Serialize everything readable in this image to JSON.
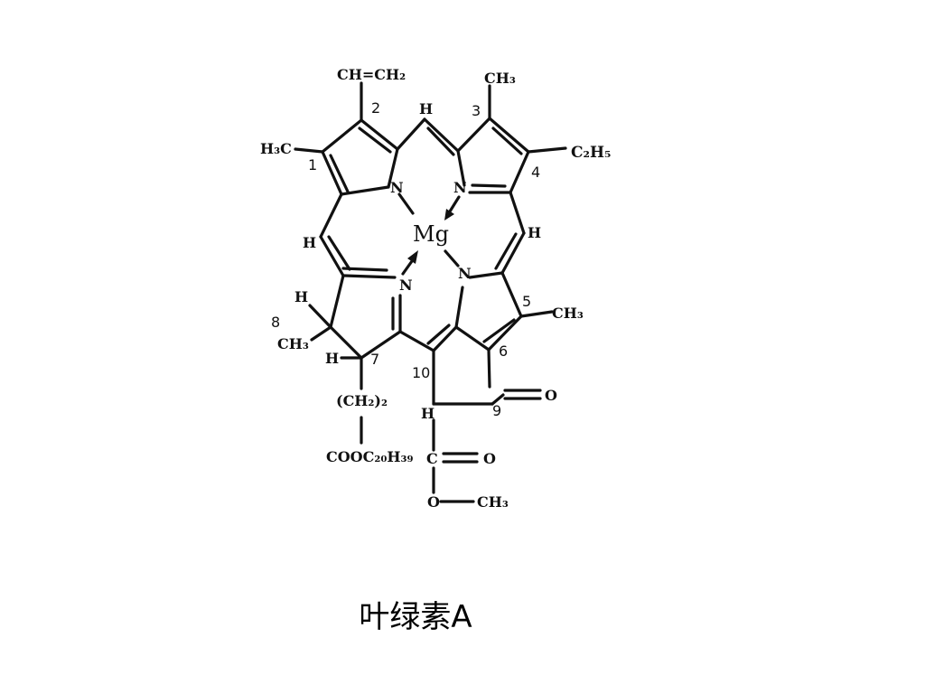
{
  "caption": "叶绿素A",
  "labels": {
    "vinyl": "CH=CH₂",
    "methyl_top": "CH₃",
    "methyl_left": "H₃C",
    "ethyl": "C₂H₅",
    "methyl_right": "CH₃",
    "methyl_8": "CH₃",
    "h_top": "H",
    "h_left": "H",
    "h_right": "H",
    "h_8": "H",
    "h_7": "H",
    "h_10": "H",
    "n1": "N",
    "n2": "N",
    "n3": "N",
    "n4": "N",
    "mg": "Mg",
    "ch2_chain": "(CH₂)₂",
    "ester_phytyl": "COOC₂₀H₃₉",
    "ester_c": "C",
    "ester_o_double": "O",
    "ester_o_single": "O",
    "ester_methyl": "CH₃",
    "keto_o": "O",
    "num_1": "1",
    "num_2": "2",
    "num_3": "3",
    "num_4": "4",
    "num_5": "5",
    "num_6": "6",
    "num_7": "7",
    "num_8": "8",
    "num_9": "9",
    "num_10": "10"
  }
}
